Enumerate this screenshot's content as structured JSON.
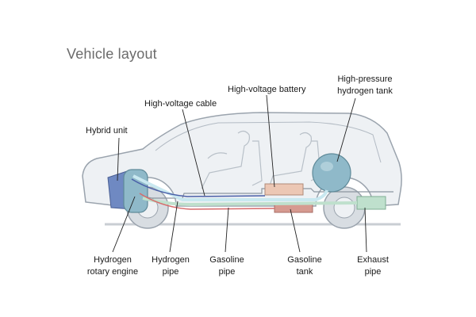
{
  "title": "Vehicle layout",
  "labels": {
    "hybrid_unit": "Hybrid unit",
    "hv_cable": "High-voltage cable",
    "hv_battery": "High-voltage battery",
    "h2_tank": [
      "High-pressure",
      "hydrogen tank"
    ],
    "rotary_engine": [
      "Hydrogen",
      "rotary engine"
    ],
    "h2_pipe": [
      "Hydrogen",
      "pipe"
    ],
    "gas_pipe": [
      "Gasoline",
      "pipe"
    ],
    "gas_tank": [
      "Gasoline",
      "tank"
    ],
    "exhaust": [
      "Exhaust",
      "pipe"
    ]
  },
  "colors": {
    "body_fill": "#eef1f4",
    "body_stroke": "#9aa3ad",
    "wheel": "#d8dde2",
    "hybrid_unit": "#6f89c2",
    "engine": "#8fb9c9",
    "h2_tank": "#8fb9c9",
    "battery": "#ecc7b4",
    "gas_tank": "#d69a90",
    "exhaust": "#bfe0cd",
    "h2_pipe": "#c9e8f0",
    "gas_pipe": "#d66b6b",
    "hv_cable": "#4a5fa8",
    "leader_line": "#222222",
    "title": "#6b6b6b"
  }
}
